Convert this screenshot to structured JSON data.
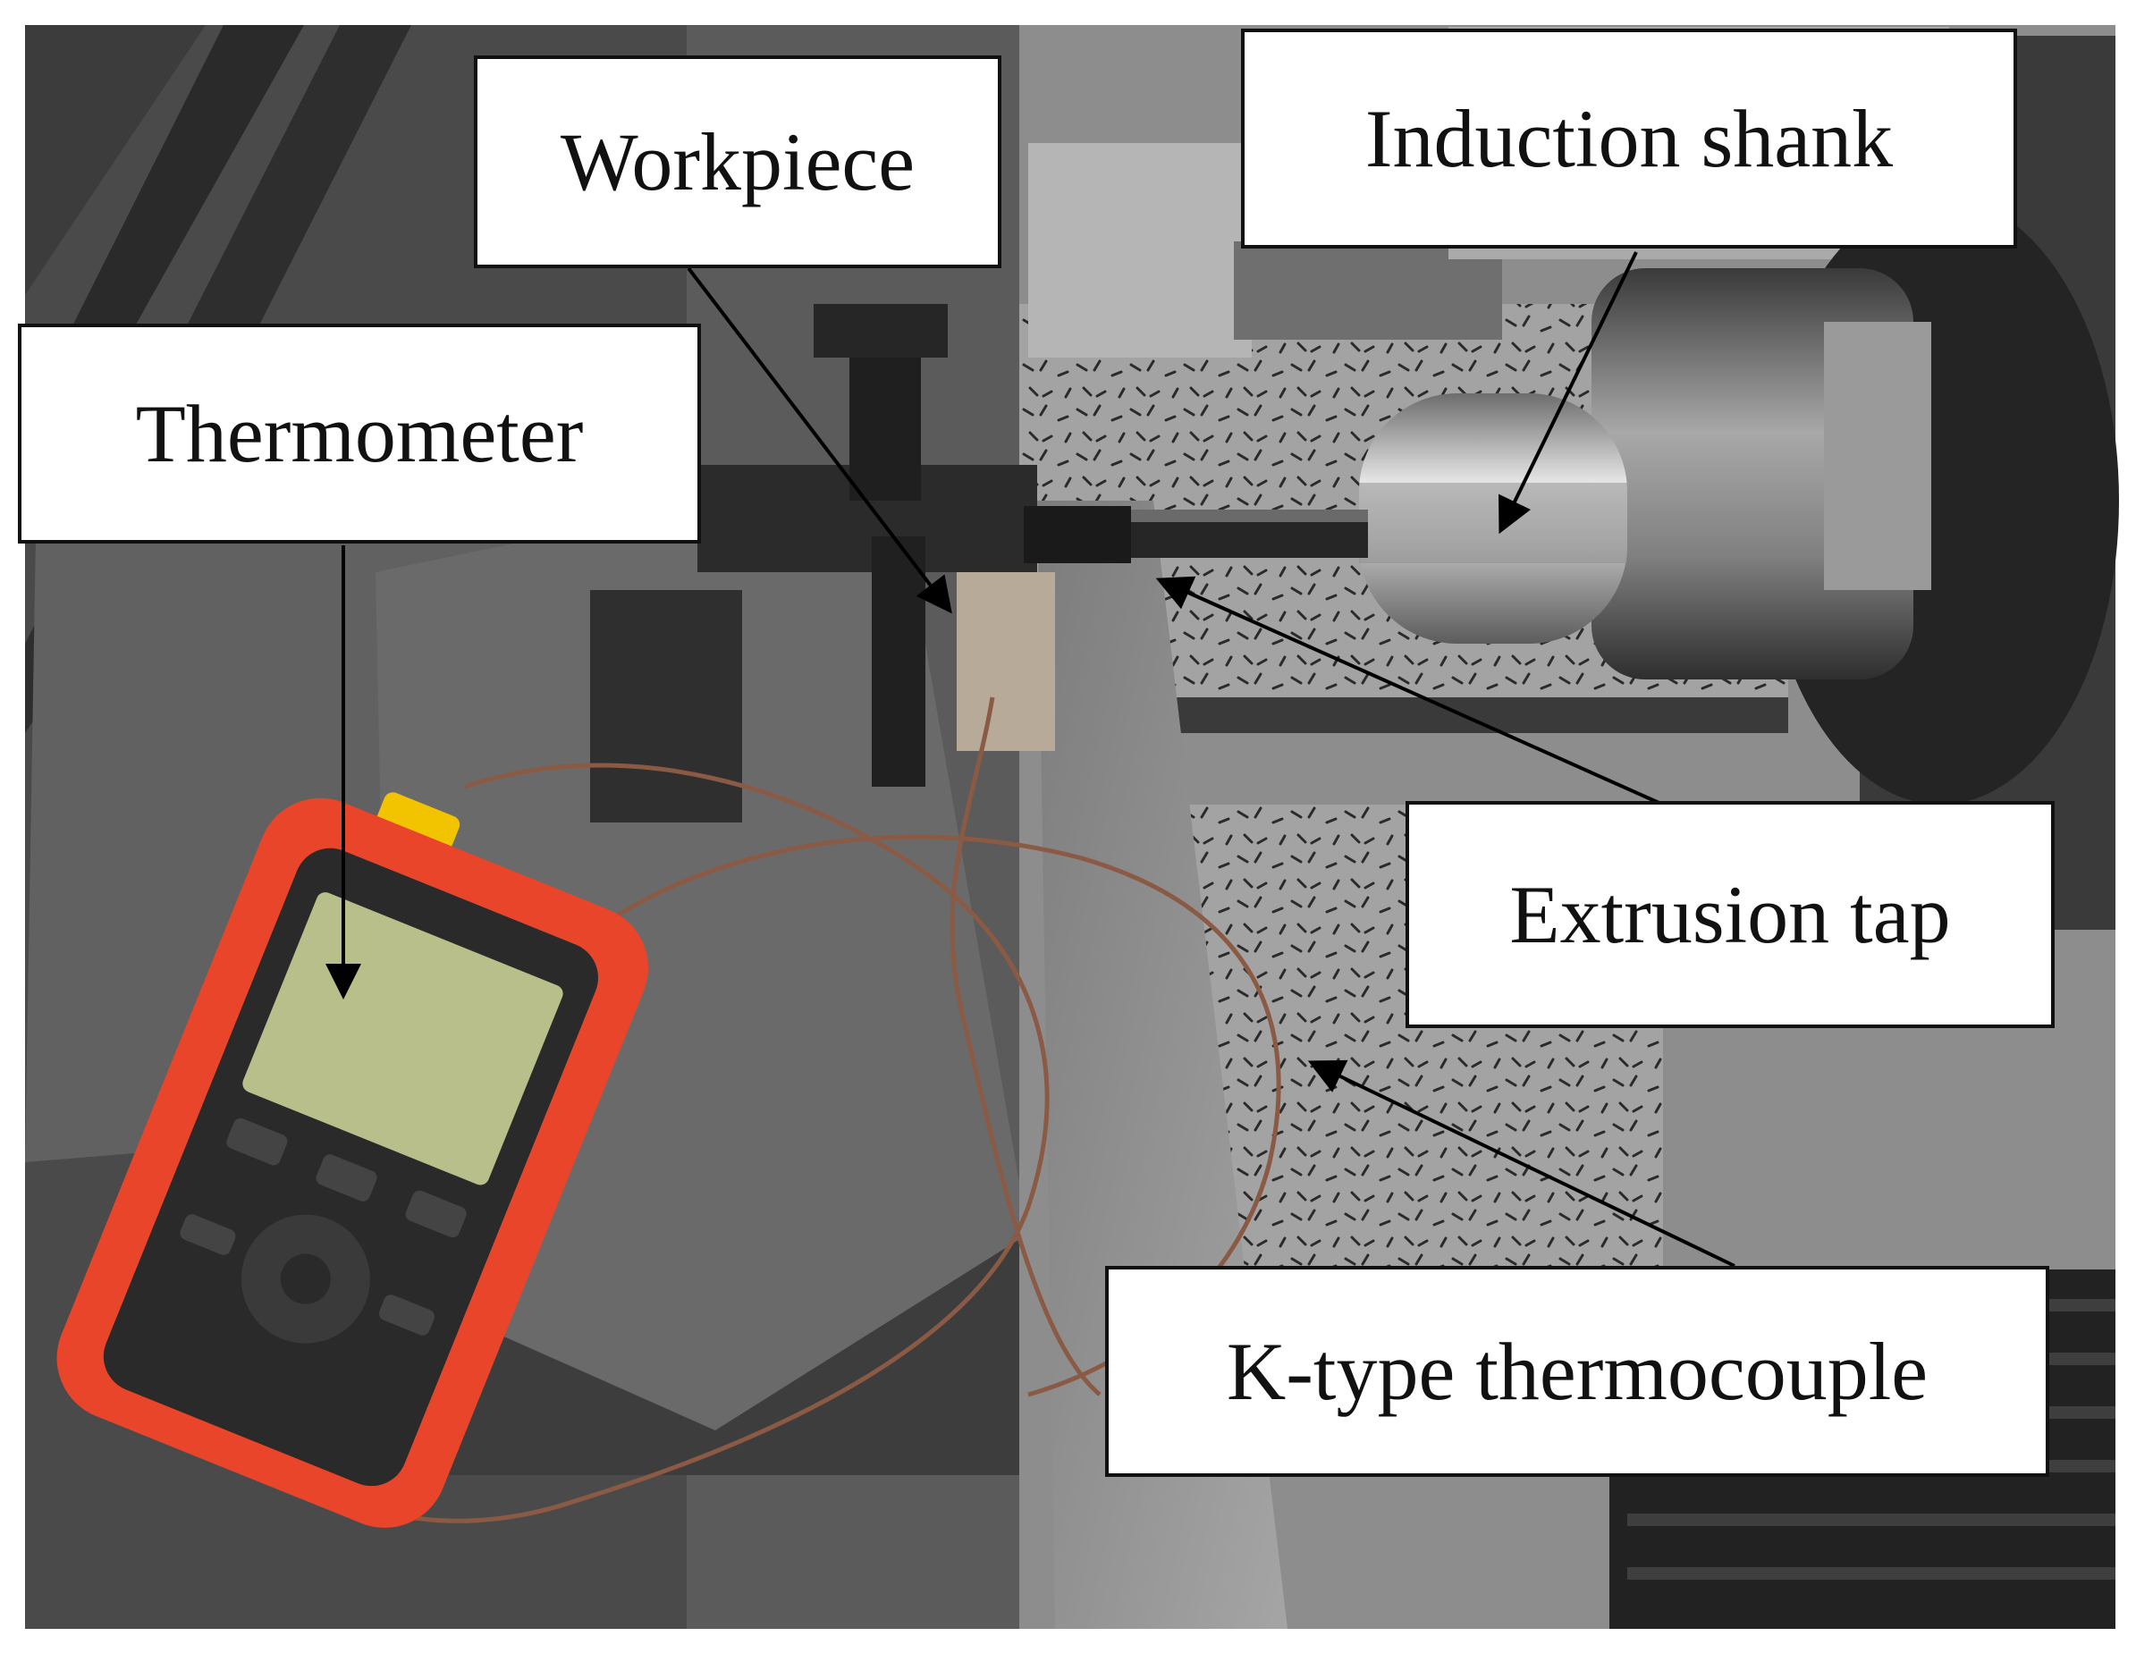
{
  "labels": {
    "workpiece": "Workpiece",
    "induction_shank": "Induction shank",
    "thermometer": "Thermometer",
    "extrusion_tap": "Extrusion tap",
    "thermocouple": "K-type thermocouple"
  },
  "colors": {
    "meter_body": "#e8452b",
    "meter_screen": "#b8bf8a",
    "meter_cap": "#f2c400",
    "cable": "#8a5a45",
    "machine_dark": "#2f2f2f",
    "machine_mid": "#5a5a5a",
    "floor_grey": "#9a9a9a",
    "chrome": "#c9c9c9"
  }
}
